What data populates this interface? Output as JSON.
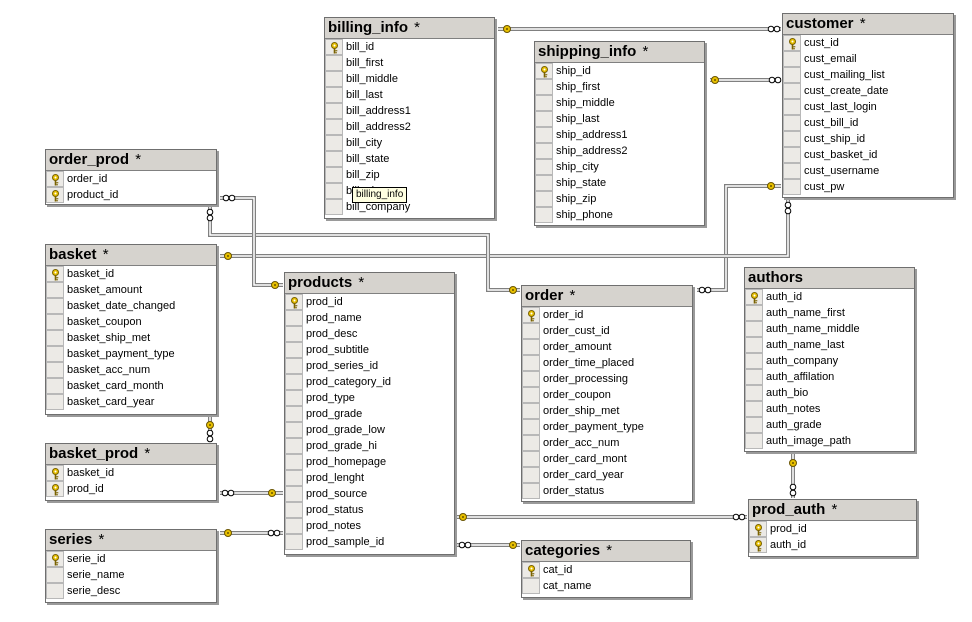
{
  "colors": {
    "header": "#d6d3ce",
    "border": "#6f6f6f",
    "line": "#808080",
    "key": "#e8c000",
    "tooltip_bg": "#ffffe1"
  },
  "tooltip": "billing_info",
  "tables": [
    {
      "id": "billing_info",
      "title": "billing_info",
      "star": "*",
      "key_rows": 1,
      "fields": [
        "bill_id",
        "bill_first",
        "bill_middle",
        "bill_last",
        "bill_address1",
        "bill_address2",
        "bill_city",
        "bill_state",
        "bill_zip",
        "bill_phone",
        "bill_company"
      ]
    },
    {
      "id": "shipping_info",
      "title": "shipping_info",
      "star": "*",
      "key_rows": 1,
      "fields": [
        "ship_id",
        "ship_first",
        "ship_middle",
        "ship_last",
        "ship_address1",
        "ship_address2",
        "ship_city",
        "ship_state",
        "ship_zip",
        "ship_phone"
      ]
    },
    {
      "id": "customer",
      "title": "customer",
      "star": "*",
      "key_rows": 1,
      "fields": [
        "cust_id",
        "cust_email",
        "cust_mailing_list",
        "cust_create_date",
        "cust_last_login",
        "cust_bill_id",
        "cust_ship_id",
        "cust_basket_id",
        "cust_username",
        "cust_pw"
      ]
    },
    {
      "id": "order_prod",
      "title": "order_prod",
      "star": "*",
      "key_rows": 2,
      "fields": [
        "order_id",
        "product_id"
      ]
    },
    {
      "id": "basket",
      "title": "basket",
      "star": "*",
      "key_rows": 1,
      "fields": [
        "basket_id",
        "basket_amount",
        "basket_date_changed",
        "basket_coupon",
        "basket_ship_met",
        "basket_payment_type",
        "basket_acc_num",
        "basket_card_month",
        "basket_card_year"
      ]
    },
    {
      "id": "products",
      "title": "products",
      "star": "*",
      "key_rows": 1,
      "fields": [
        "prod_id",
        "prod_name",
        "prod_desc",
        "prod_subtitle",
        "prod_series_id",
        "prod_category_id",
        "prod_type",
        "prod_grade",
        "prod_grade_low",
        "prod_grade_hi",
        "prod_homepage",
        "prod_lenght",
        "prod_source",
        "prod_status",
        "prod_notes",
        "prod_sample_id"
      ]
    },
    {
      "id": "order",
      "title": "order",
      "star": "*",
      "key_rows": 1,
      "fields": [
        "order_id",
        "order_cust_id",
        "order_amount",
        "order_time_placed",
        "order_processing",
        "order_coupon",
        "order_ship_met",
        "order_payment_type",
        "order_acc_num",
        "order_card_mont",
        "order_card_year",
        "order_status"
      ]
    },
    {
      "id": "authors",
      "title": "authors",
      "star": "",
      "key_rows": 1,
      "fields": [
        "auth_id",
        "auth_name_first",
        "auth_name_middle",
        "auth_name_last",
        "auth_company",
        "auth_affilation",
        "auth_bio",
        "auth_notes",
        "auth_grade",
        "auth_image_path"
      ]
    },
    {
      "id": "basket_prod",
      "title": "basket_prod",
      "star": "*",
      "key_rows": 2,
      "fields": [
        "basket_id",
        "prod_id"
      ]
    },
    {
      "id": "prod_auth",
      "title": "prod_auth",
      "star": "*",
      "key_rows": 2,
      "fields": [
        "prod_id",
        "auth_id"
      ]
    },
    {
      "id": "series",
      "title": "series",
      "star": "*",
      "key_rows": 1,
      "fields": [
        "serie_id",
        "serie_name",
        "serie_desc"
      ]
    },
    {
      "id": "categories",
      "title": "categories",
      "star": "*",
      "key_rows": 1,
      "fields": [
        "cat_id",
        "cat_name"
      ]
    }
  ]
}
